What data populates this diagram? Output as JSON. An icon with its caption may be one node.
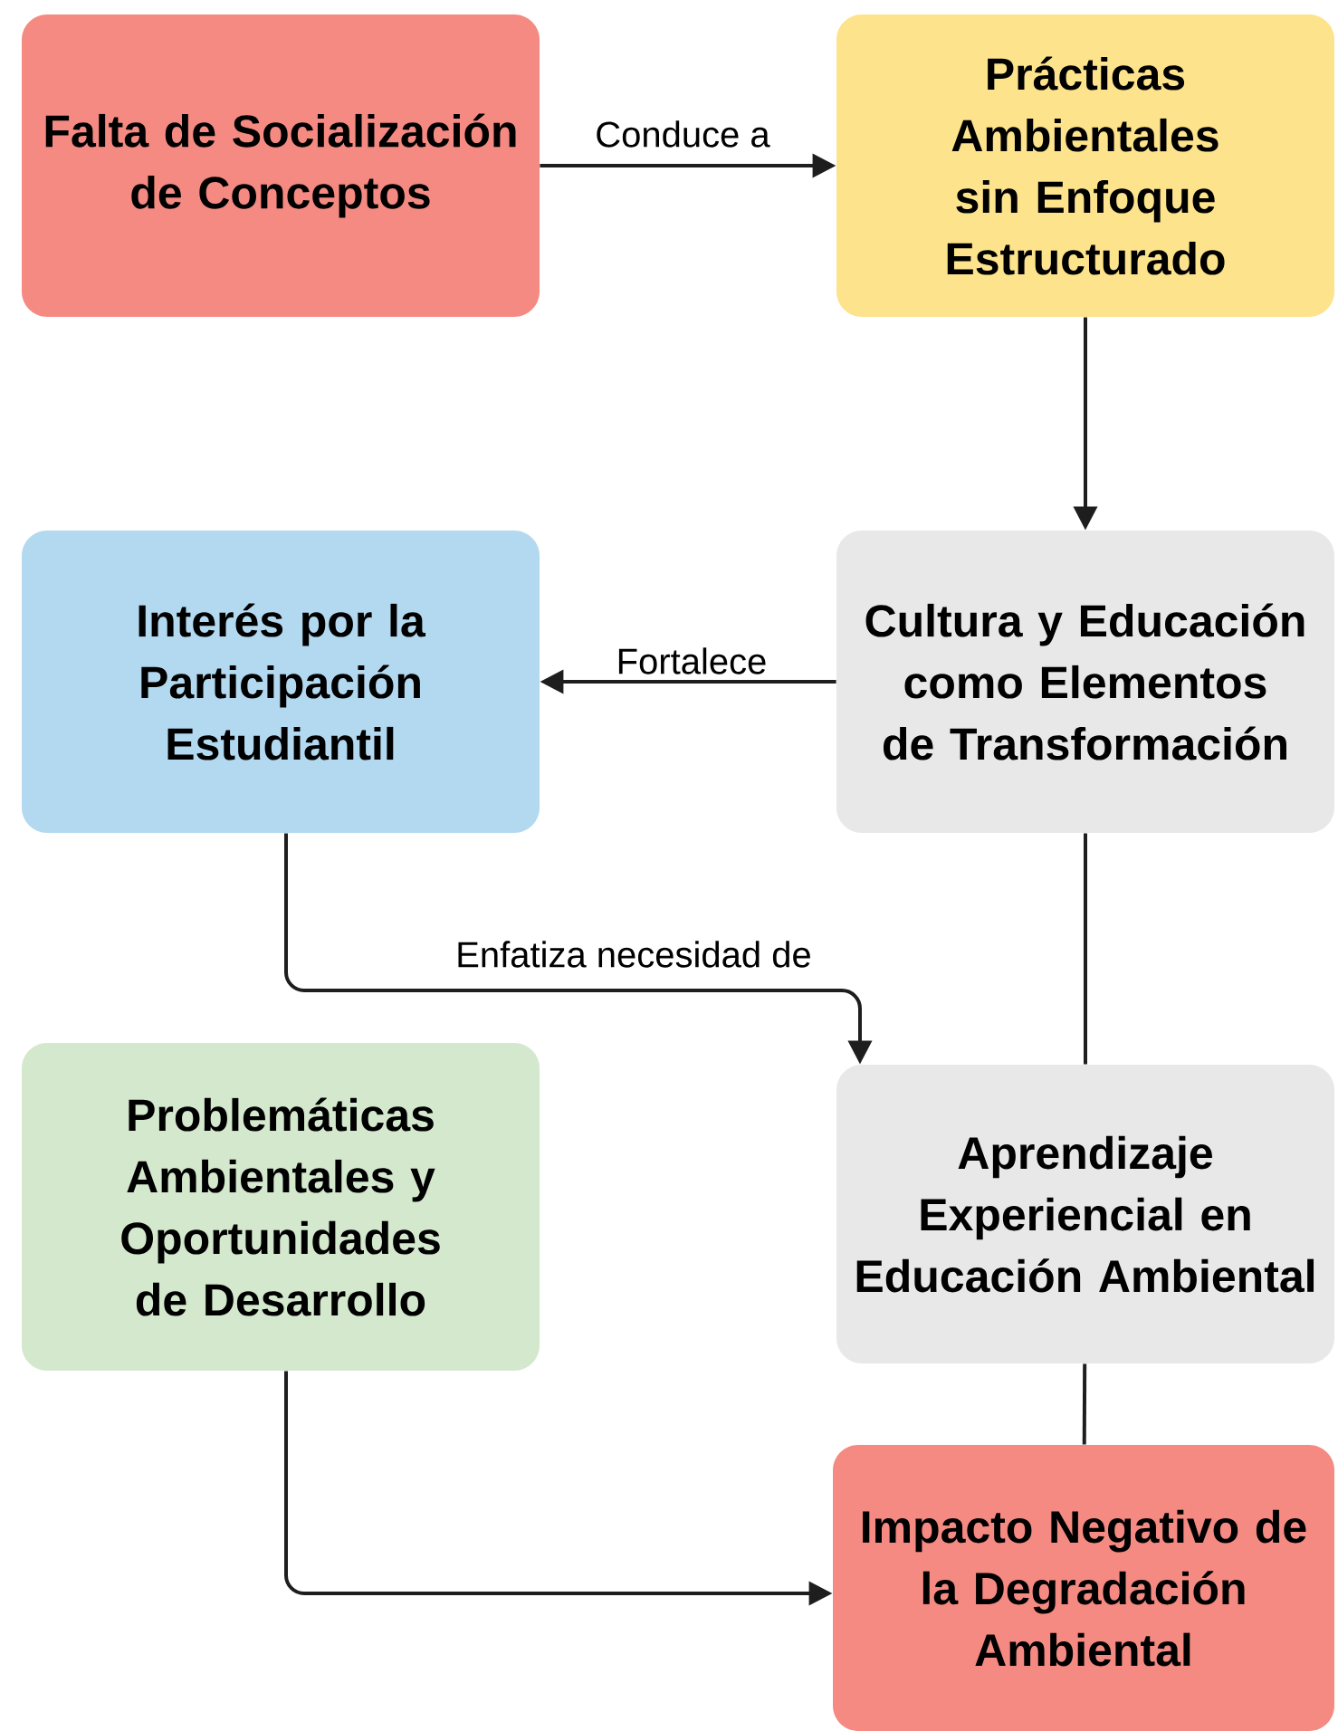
{
  "diagram": {
    "nodes": [
      {
        "text": [
          "Falta de Socialización de Conceptos"
        ]
      },
      {
        "text": [
          "Prácticas Ambientales sin Enfoque Estructurado"
        ]
      },
      {
        "text": [
          "Interés por la Participación Estudiantil"
        ]
      },
      {
        "text": [
          "Cultura y Educación como Elementos de Transformación"
        ]
      },
      {
        "text": [
          "Problemáticas Ambientales y Oportunidades de Desarrollo"
        ]
      },
      {
        "text": [
          "Aprendizaje Experiencial en Educación Ambiental"
        ]
      },
      {
        "text": [
          "Impacto Negativo de la Degradación Ambiental"
        ]
      }
    ],
    "edges": [
      {
        "from": 0,
        "to": 1,
        "arrow": "to",
        "label": "Conduce a"
      },
      {
        "from": 1,
        "to": 3,
        "arrow": "to"
      },
      {
        "from": 3,
        "to": 2,
        "arrow": "to",
        "label": "Fortalece"
      },
      {
        "from": 2,
        "to": 5,
        "arrow": "to",
        "label": "Enfatiza necesidad de"
      },
      {
        "from": 3,
        "to": 5,
        "arrow": "none"
      },
      {
        "from": 5,
        "to": 6,
        "arrow": "none"
      },
      {
        "from": 4,
        "to": 6,
        "arrow": "to"
      }
    ]
  }
}
